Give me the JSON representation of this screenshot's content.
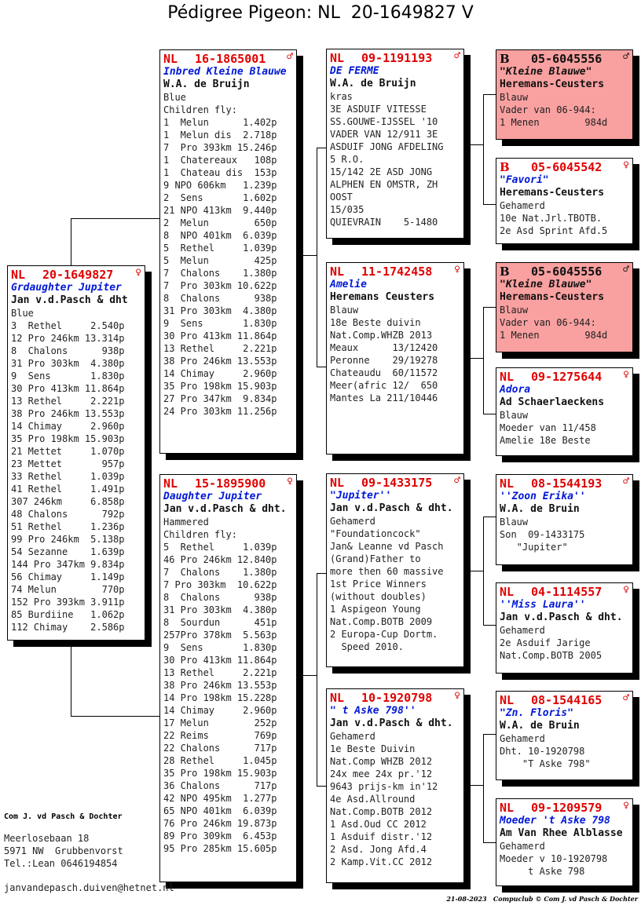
{
  "title": "Pédigree Pigeon: NL  20-1649827 V",
  "pigeons": [
    {
      "country": "NL",
      "ring": "20-1649827",
      "sex": "♀",
      "name": "Grdaughter Jupiter",
      "owner": "Jan v.d.Pasch & dht",
      "lines": [
        "Blue",
        "3  Rethel     2.540p",
        "12 Pro 246km 13.314p",
        "8  Chalons      938p",
        "31 Pro 303km  4.380p",
        "9  Sens       1.830p",
        "30 Pro 413km 11.864p",
        "13 Rethel     2.221p",
        "38 Pro 246km 13.553p",
        "14 Chimay     2.960p",
        "35 Pro 198km 15.903p",
        "21 Mettet     1.070p",
        "23 Mettet       957p",
        "33 Rethel     1.039p",
        "41 Rethel     1.491p",
        "307 246km     6.858p",
        "48 Chalons      792p",
        "51 Rethel     1.236p",
        "99 Pro 246km  5.138p",
        "54 Sezanne    1.639p",
        "144 Pro 347km 9.834p",
        "56 Chimay     1.149p",
        "74 Melun        770p",
        "152 Pro 393km 3.911p",
        "85 Burdiine   1.062p",
        "112 Chimay    2.586p"
      ]
    },
    {
      "country": "NL",
      "ring": "16-1865001",
      "sex": "♂",
      "name": "Inbred Kleine Blauwe",
      "owner": "W.A. de Bruijn",
      "lines": [
        "Blue",
        "Children fly:",
        "1  Melun      1.402p",
        "1  Melun dis  2.718p",
        "7  Pro 393km 15.246p",
        "1  Chatereaux   108p",
        "1  Chateau dis  153p",
        "9 NPO 606km   1.239p",
        "2  Sens       1.602p",
        "21 NPO 413km  9.440p",
        "2  Melun        650p",
        "8  NPO 401km  6.039p",
        "5  Rethel     1.039p",
        "5  Melun        425p",
        "7  Chalons    1.380p",
        "7  Pro 303km 10.622p",
        "8  Chalons      938p",
        "31 Pro 303km  4.380p",
        "9  Sens       1.830p",
        "30 Pro 413km 11.864p",
        "13 Rethel     2.221p",
        "38 Pro 246km 13.553p",
        "14 Chimay     2.960p",
        "35 Pro 198km 15.903p",
        "27 Pro 347km  9.834p",
        "24 Pro 303km 11.256p"
      ]
    },
    {
      "country": "NL",
      "ring": "15-1895900",
      "sex": "♀",
      "name": "Daughter Jupiter",
      "owner": "Jan v.d.Pasch & dht.",
      "lines": [
        "Hammered",
        "Children fly:",
        "5  Rethel     1.039p",
        "46 Pro 246km 12.840p",
        "7  Chalons    1.380p",
        "7 Pro 303km  10.622p",
        "8  Chalons      938p",
        "31 Pro 303km  4.380p",
        "8  Sourdun      451p",
        "257Pro 378km  5.563p",
        "9  Sens       1.830p",
        "30 Pro 413km 11.864p",
        "13 Rethel     2.221p",
        "38 Pro 246km 13.553p",
        "14 Pro 198km 15.228p",
        "14 Chimay     2.960p",
        "17 Melun        252p",
        "22 Reims        769p",
        "22 Chalons      717p",
        "28 Rethel     1.045p",
        "35 Pro 198km 15.903p",
        "36 Chalons      717p",
        "42 NPO 495km  1.277p",
        "65 NPO 401km  6.039p",
        "76 Pro 246km 19.873p",
        "89 Pro 309km  6.453p",
        "95 Pro 285km 15.605p"
      ]
    },
    {
      "country": "NL",
      "ring": "09-1191193",
      "sex": "♂",
      "name": "DE FERME",
      "owner": "W.A. de Bruijn",
      "lines": [
        "kras",
        "3E ASDUIF VITESSE",
        "SS.GOUWE-IJSSEL '10",
        "VADER VAN 12/911 3E",
        "ASDUIF JONG AFDELING",
        "5 R.O.",
        "15/142 2E ASD JONG",
        "ALPHEN EN OMSTR, ZH",
        "OOST",
        "15/035",
        "QUIEVRAIN    5-1480"
      ]
    },
    {
      "country": "NL",
      "ring": "11-1742458",
      "sex": "♀",
      "name": "Amelie",
      "owner": "Heremans Ceusters",
      "lines": [
        "Blauw",
        "18e Beste duivin",
        "Nat.Comp.WHZB 2013",
        "Meaux      13/12420",
        "Peronne    29/19278",
        "Chateaudu  60/11572",
        "Meer(afric 12/  650",
        "Mantes La 211/10446"
      ]
    },
    {
      "country": "NL",
      "ring": "09-1433175",
      "sex": "♂",
      "name": "\"Jupiter''",
      "owner": "Jan v.d.Pasch & dht.",
      "lines": [
        "Gehamerd",
        "\"Foundationcock\"",
        "Jan& Leanne vd Pasch",
        "(Grand)Father to",
        "more then 60 massive",
        "1st Price Winners",
        "(without doubles)",
        "1 Aspigeon Young",
        "Nat.Comp.BOTB 2009",
        "2 Europa-Cup Dortm.",
        "  Speed 2010."
      ]
    },
    {
      "country": "NL",
      "ring": "10-1920798",
      "sex": "♀",
      "name": "\" t Aske 798''",
      "owner": "Jan v.d.Pasch & dht.",
      "lines": [
        "Gehamerd",
        "1e Beste Duivin",
        "Nat.Comp WHZB 2012",
        "24x mee 24x pr.'12",
        "9643 prijs-km in'12",
        "4e Asd.Allround",
        "Nat.Comp.BOTB 2012",
        "1 Asd.Oud CC 2012",
        "1 Asduif distr.'12",
        "2 Asd. Jong Afd.4",
        "2 Kamp.Vit.CC 2012"
      ]
    },
    {
      "country": "B",
      "ring": "05-6045556",
      "sex": "♂",
      "name": "\"Kleine Blauwe\"",
      "owner": "Heremans-Ceusters",
      "highlight": true,
      "lines": [
        "Blauw",
        "Vader van 06-944:",
        "1 Menen        984d"
      ]
    },
    {
      "country": "B",
      "ring": "05-6045542",
      "sex": "♀",
      "name": "\"Favori\"",
      "owner": "Heremans-Ceusters",
      "lines": [
        "Gehamerd",
        "10e Nat.Jrl.TBOTB.",
        "2e Asd Sprint Afd.5"
      ]
    },
    {
      "country": "B",
      "ring": "05-6045556",
      "sex": "♂",
      "name": "\"Kleine Blauwe\"",
      "owner": "Heremans-Ceusters",
      "highlight": true,
      "lines": [
        "Blauw",
        "Vader van 06-944:",
        "1 Menen        984d"
      ]
    },
    {
      "country": "NL",
      "ring": "09-1275644",
      "sex": "♀",
      "name": "Adora",
      "owner": "Ad Schaerlaeckens",
      "lines": [
        "Blauw",
        "Moeder van 11/458",
        "Amelie 18e Beste"
      ]
    },
    {
      "country": "NL",
      "ring": "08-1544193",
      "sex": "♂",
      "name": "''Zoon Erika''",
      "owner": "W.A. de Bruin",
      "lines": [
        "Blauw",
        "Son  09-1433175",
        "   \"Jupiter\""
      ]
    },
    {
      "country": "NL",
      "ring": "04-1114557",
      "sex": "♀",
      "name": "''Miss Laura''",
      "owner": "Jan v.d.Pasch & dht.",
      "lines": [
        "Gehamerd",
        "2e Asduif Jarige",
        "Nat.Comp.BOTB 2005"
      ]
    },
    {
      "country": "NL",
      "ring": "08-1544165",
      "sex": "♂",
      "name": "\"Zn. Floris\"",
      "owner": "W.A. de Bruin",
      "lines": [
        "Gehamerd",
        "Dht. 10-1920798",
        "    \"T Aske 798\""
      ]
    },
    {
      "country": "NL",
      "ring": "09-1209579",
      "sex": "♀",
      "name": "Moeder 't Aske 798",
      "owner": "Am Van Rhee Alblasse",
      "lines": [
        "Gehamerd",
        "Moeder v 10-1920798",
        "     t Aske 798"
      ]
    }
  ],
  "footer": {
    "org": "Com J. vd Pasch & Dochter",
    "address": [
      "Meerlosebaan 18",
      "5971 NW  Grubbenvorst",
      "Tel.:Lean 0646194854"
    ],
    "email": "janvandepasch.duiven@hetnet.nl",
    "date": "21-08-2023",
    "stamp": "Compuclub © Com J. vd Pasch & Dochter"
  }
}
